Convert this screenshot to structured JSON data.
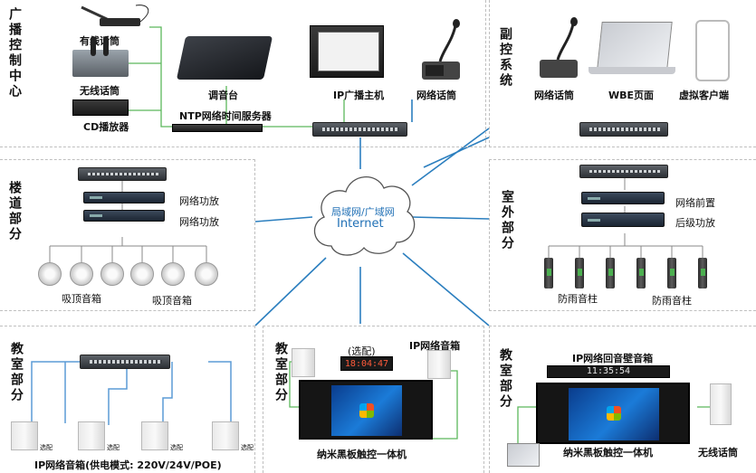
{
  "cloud": {
    "line1": "局域网/广域网",
    "line2": "Internet"
  },
  "broadcast_center": {
    "title": "广播控制中心",
    "wired_mic": "有线话筒",
    "wireless_mic": "无线话筒",
    "cd_player": "CD播放器",
    "mixer": "调音台",
    "ip_host": "IP广播主机",
    "network_mic": "网络话筒",
    "ntp_server": "NTP网络时间服务器"
  },
  "sub_control": {
    "title": "副控系统",
    "network_mic": "网络话筒",
    "wbe_page": "WBE页面",
    "virtual_client": "虚拟客户端"
  },
  "corridor": {
    "title": "楼道部分",
    "amp1": "网络功放",
    "amp2": "网络功放",
    "ceiling_left": "吸顶音箱",
    "ceiling_right": "吸顶音箱"
  },
  "outdoor": {
    "title": "室外部分",
    "preamp": "网络前置",
    "rear_amp": "后级功放",
    "column_left": "防雨音柱",
    "column_right": "防雨音柱"
  },
  "classroom1": {
    "title": "教室部分",
    "speakers": "IP网络音箱(供电模式: 220V/24V/POE)",
    "opt_tag": "选配"
  },
  "classroom2": {
    "title": "教室部分",
    "optional": "(选配)",
    "ip_speaker": "IP网络音箱",
    "clock": "18:04:47",
    "board": "纳米黑板触控一体机"
  },
  "classroom3": {
    "title": "教室部分",
    "echo_speaker": "IP网络回音壁音箱",
    "clock": "11:35:54",
    "board": "纳米黑板触控一体机",
    "wireless_mic": "无线话筒"
  },
  "colors": {
    "link": "#2c7fbf",
    "green_link": "#4caf50",
    "blue_link": "#5b9bd5"
  }
}
